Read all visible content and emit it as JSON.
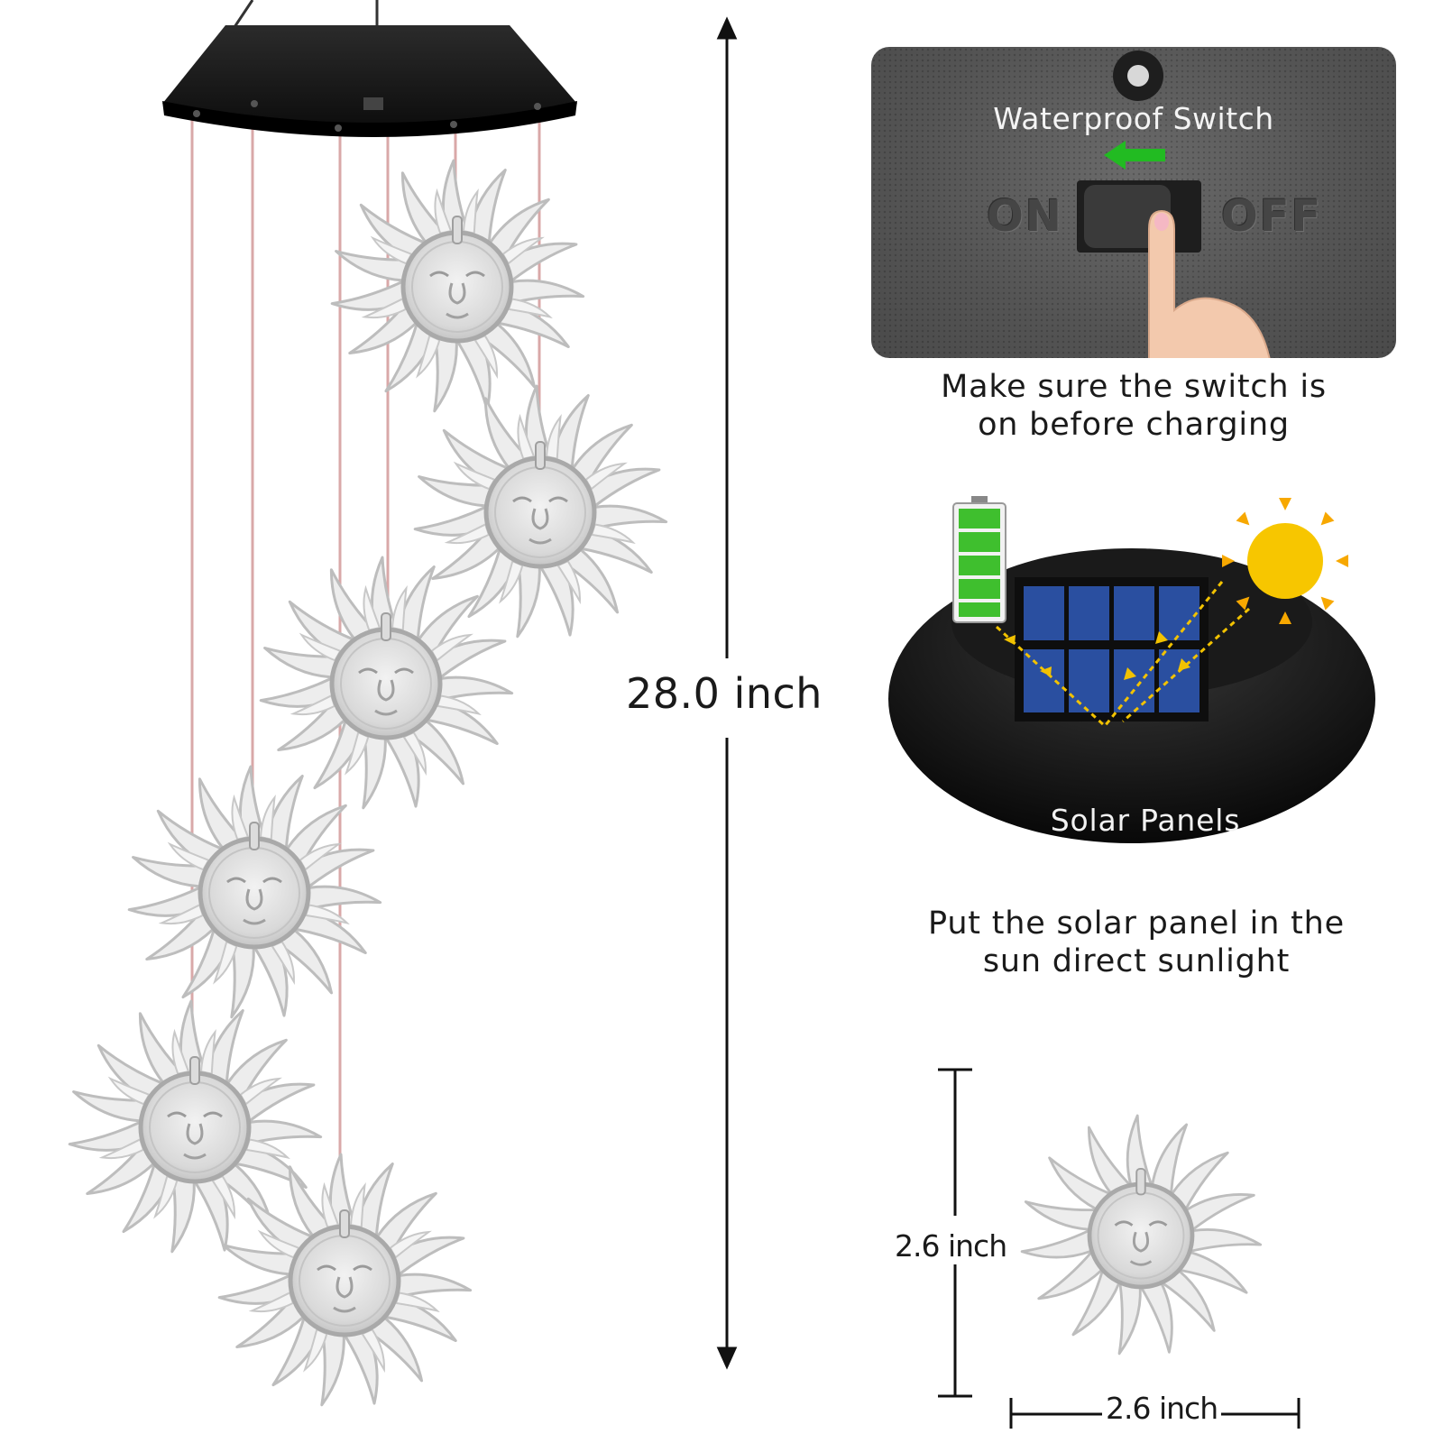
{
  "switch_panel": {
    "title": "Waterproof Switch",
    "on_label": "ON",
    "off_label": "OFF",
    "caption_line1": "Make sure the switch is",
    "caption_line2": "on before charging"
  },
  "solar_panel": {
    "label": "Solar Panels",
    "caption_line1": "Put the solar panel in the",
    "caption_line2": "sun direct sunlight"
  },
  "dimensions": {
    "total_height": "28.0 inch",
    "pendant_height": "2.6 inch",
    "pendant_width": "2.6 inch"
  },
  "colors": {
    "battery_green": "#3fbf2e",
    "sun_yellow": "#f7c600",
    "arrow_green": "#22bb22",
    "panel_blue": "#2a4fa0",
    "cord_pink": "#d9a8a8"
  },
  "icons": [
    "battery-icon",
    "sun-icon",
    "finger-pointer-icon",
    "switch-arrow-icon"
  ]
}
